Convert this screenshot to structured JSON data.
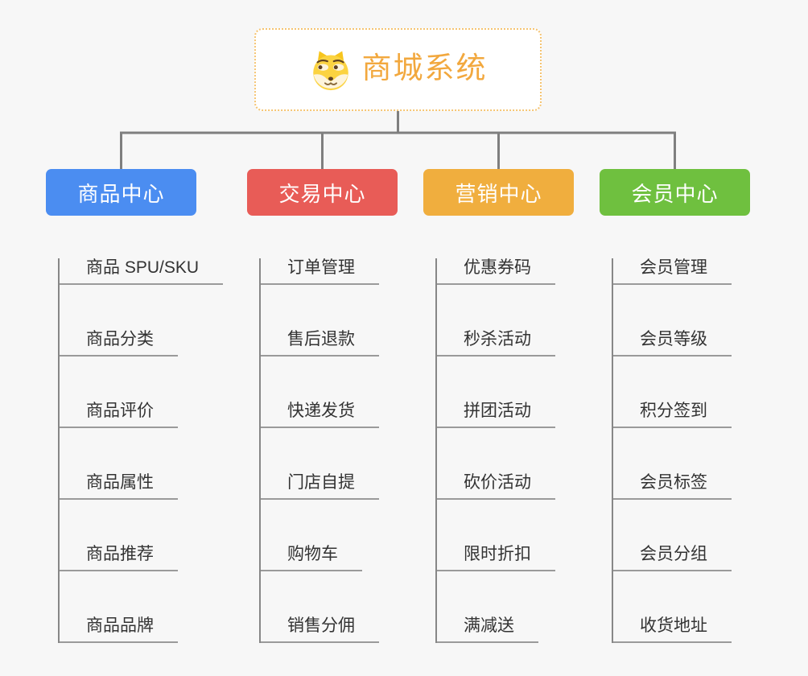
{
  "root": {
    "title": "商城系统",
    "icon": "doge-icon"
  },
  "branches": [
    {
      "label": "商品中心",
      "color": "#4b8df1",
      "children": [
        "商品 SPU/SKU",
        "商品分类",
        "商品评价",
        "商品属性",
        "商品推荐",
        "商品品牌"
      ]
    },
    {
      "label": "交易中心",
      "color": "#e85c57",
      "children": [
        "订单管理",
        "售后退款",
        "快递发货",
        "门店自提",
        "购物车",
        "销售分佣"
      ]
    },
    {
      "label": "营销中心",
      "color": "#f0ae3e",
      "children": [
        "优惠券码",
        "秒杀活动",
        "拼团活动",
        "砍价活动",
        "限时折扣",
        "满减送"
      ]
    },
    {
      "label": "会员中心",
      "color": "#6fc03f",
      "children": [
        "会员管理",
        "会员等级",
        "积分签到",
        "会员标签",
        "会员分组",
        "收货地址"
      ]
    }
  ],
  "colors": {
    "page_background": "#f7f7f7",
    "root_border": "#f5c472",
    "root_title": "#f2a83e",
    "connector_line": "#7f7f7f",
    "child_underline": "#9a9a9a",
    "child_text": "#333333"
  }
}
